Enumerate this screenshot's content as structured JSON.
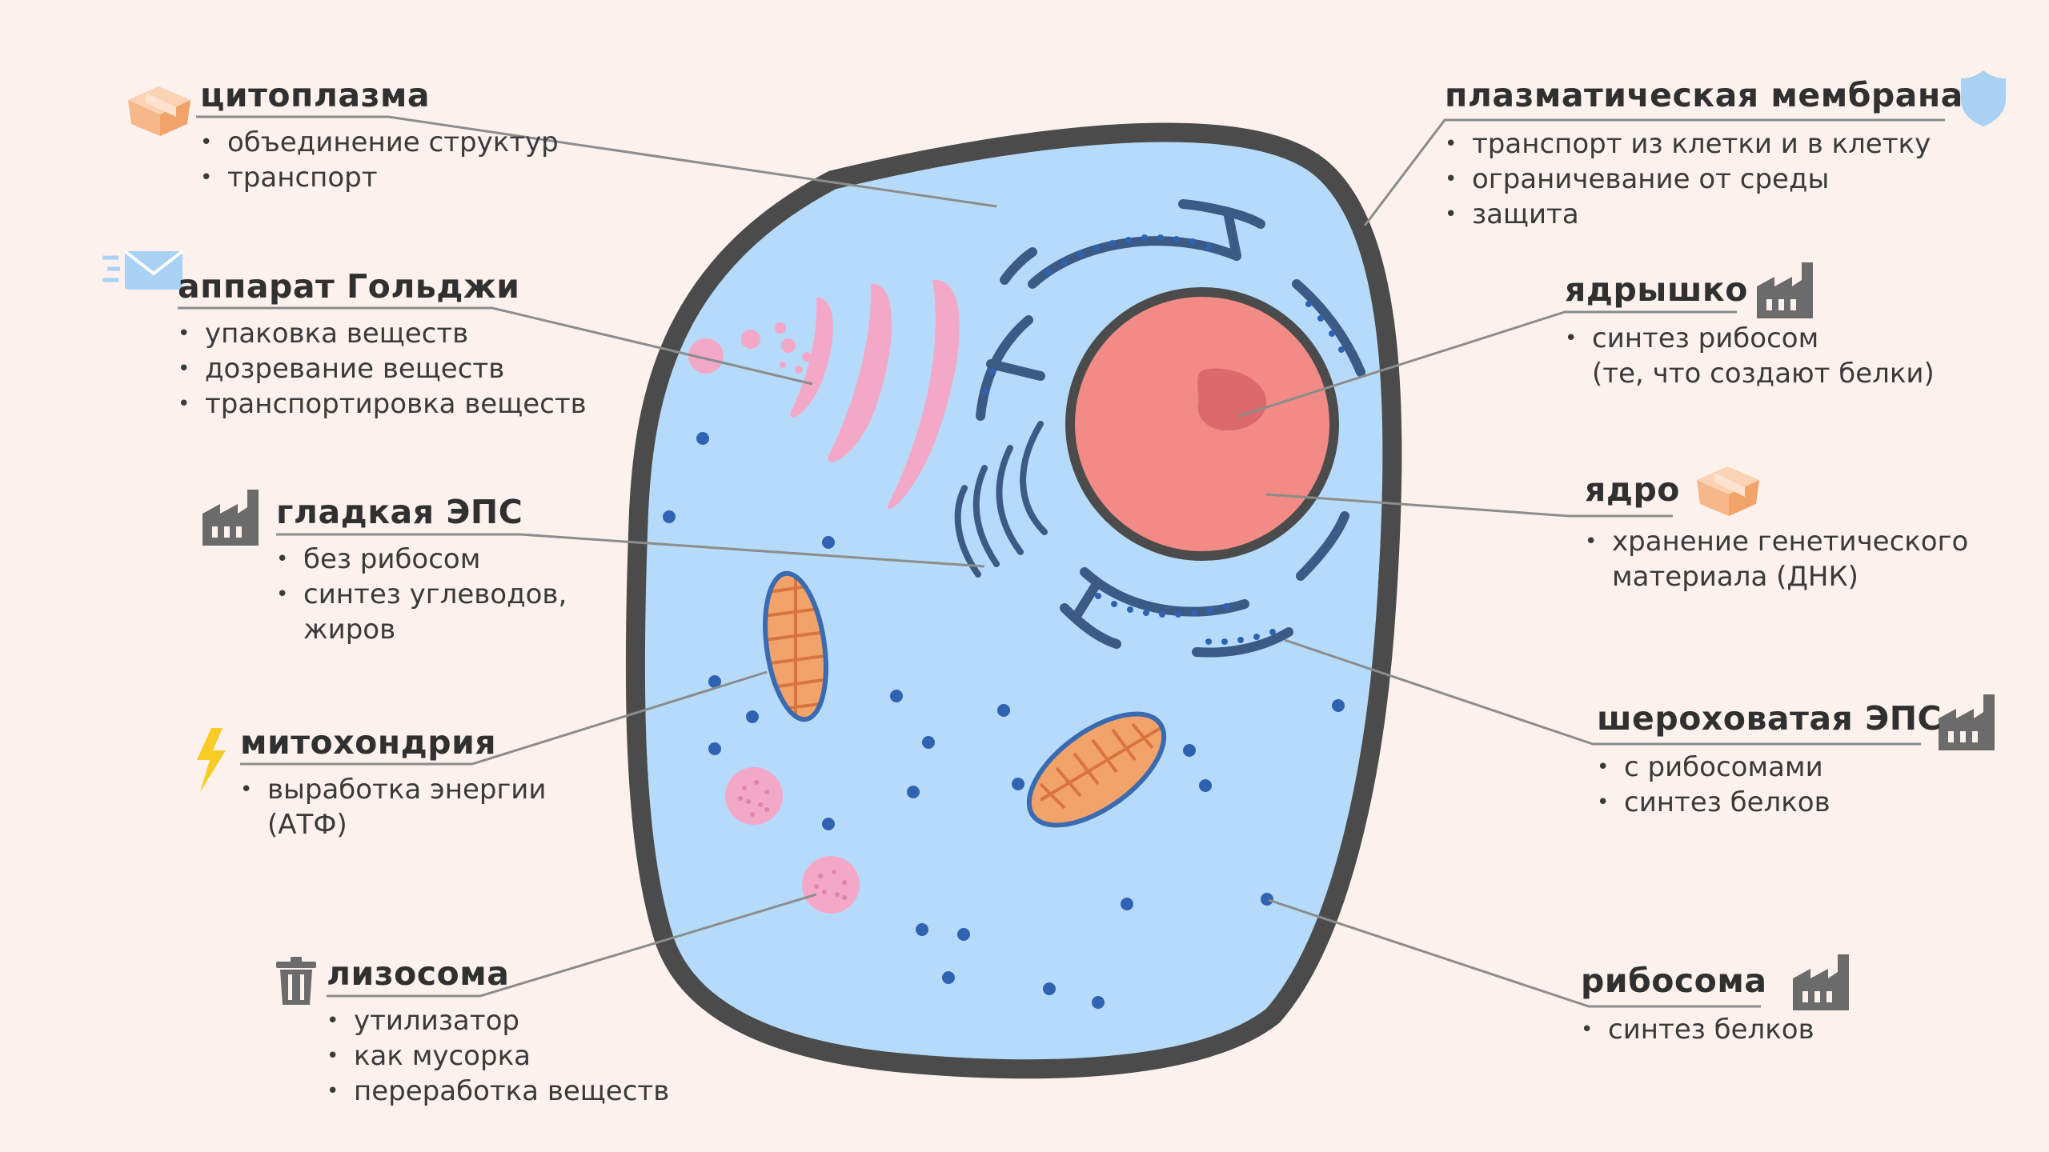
{
  "colors": {
    "background": "#fcf1ec",
    "cell_fill": "#b6dbfa",
    "cell_outline": "#4b4b4b",
    "nucleus_fill": "#f28a86",
    "nucleolus_fill": "#dc6a6d",
    "golgi_fill": "#f3a8c8",
    "mitochondria_fill": "#f2a36a",
    "mitochondria_outline": "#3a6bb0",
    "ribosome_dot": "#2f63b2",
    "leader_line": "#8c8c8c",
    "icon_orange": "#f6b78a",
    "icon_blue": "#a8d1f3",
    "icon_yellow": "#f7cc24",
    "icon_gray": "#6b6b6b"
  },
  "labels": {
    "cytoplasm": {
      "icon": "box-icon",
      "title": "цитоплазма",
      "bullets": [
        "объединение структур",
        "транспорт"
      ]
    },
    "golgi": {
      "icon": "envelope-icon",
      "title": "аппарат Гольджи",
      "bullets": [
        "упаковка веществ",
        "дозревание веществ",
        "транспортировка веществ"
      ]
    },
    "smooth_er": {
      "icon": "factory-icon",
      "title": "гладкая ЭПС",
      "bullets": [
        "без рибосом",
        "синтез углеводов,"
      ],
      "continuation": "жиров"
    },
    "mitochondria": {
      "icon": "lightning-icon",
      "title": "митохондрия",
      "bullets": [
        "выработка энергии"
      ],
      "continuation": "(АТФ)"
    },
    "lysosome": {
      "icon": "trash-icon",
      "title": "лизосома",
      "bullets": [
        "утилизатор",
        "как мусорка",
        "переработка веществ"
      ]
    },
    "membrane": {
      "icon": "shield-icon",
      "title": "плазматическая мембрана",
      "bullets": [
        "транспорт из клетки и в клетку",
        "ограничевание от среды",
        "защита"
      ]
    },
    "nucleolus": {
      "icon": "factory-icon",
      "title": "ядрышко",
      "bullets": [
        "синтез рибосом"
      ],
      "continuation": "(те, что создают белки)"
    },
    "nucleus": {
      "icon": "box-icon",
      "title": "ядро",
      "bullets": [
        "хранение генетического"
      ],
      "continuation": "материала (ДНК)"
    },
    "rough_er": {
      "icon": "factory-icon",
      "title": "шероховатая ЭПС",
      "bullets": [
        "с рибосомами",
        "синтез белков"
      ]
    },
    "ribosome": {
      "icon": "factory-icon",
      "title": "рибосома",
      "bullets": [
        "синтез белков"
      ]
    }
  }
}
